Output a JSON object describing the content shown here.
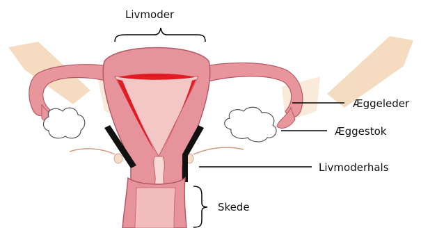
{
  "labels": {
    "uterus": "Livmoder",
    "fallopian_tube": "Æggeleder",
    "ovary": "Æggestok",
    "cervix": "Livmoderhals",
    "vagina": "Skede"
  },
  "colors": {
    "tissue": "#e7939c",
    "tissue_outline": "#b45a67",
    "cavity": "#f3c7c6",
    "lining": "#e11b22",
    "ovary": "#ffffff",
    "ligament": "#f1d3b3",
    "cervix_marker": "#111111",
    "line": "#000000"
  }
}
